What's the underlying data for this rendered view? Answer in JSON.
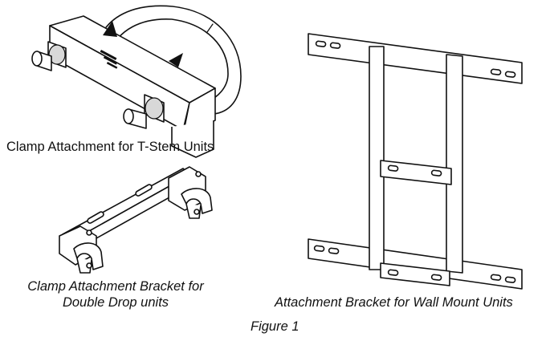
{
  "captions": {
    "clamp_tstem": "Clamp Attachment for T-Stem Units",
    "bracket_double_line1": "Clamp Attachment Bracket for",
    "bracket_double_line2": "Double Drop units",
    "wall_mount": "Attachment Bracket for Wall Mount Units",
    "figure": "Figure 1"
  }
}
